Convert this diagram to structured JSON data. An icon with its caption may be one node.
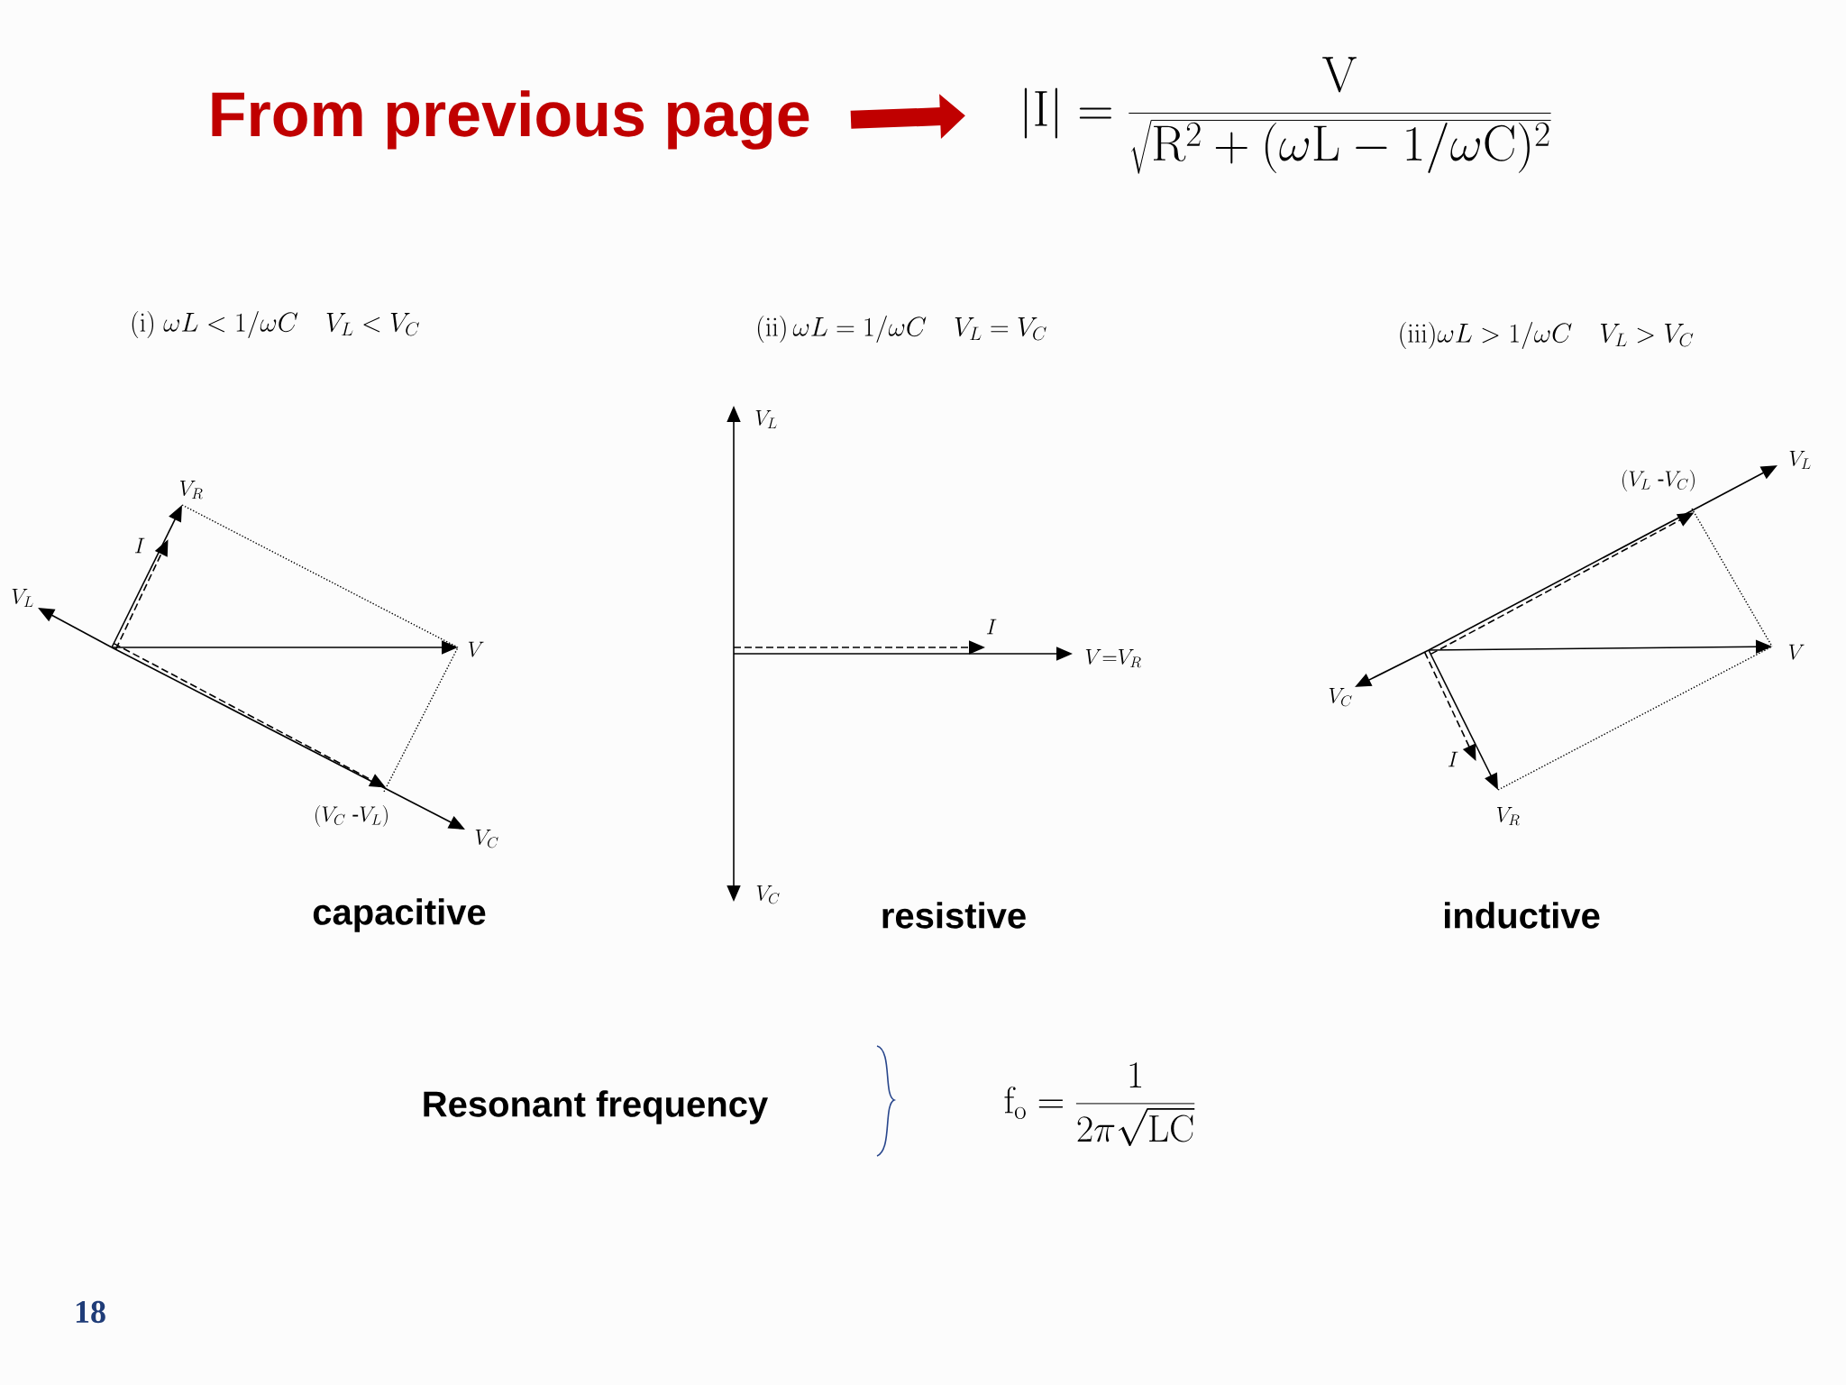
{
  "diagram": {
    "nodes": [
      {
        "text": [
          "From previous page"
        ]
      },
      {
        "text": [
          "|\\mathrm{I}|=\\frac{\\mathrm{V}}{\\sqrt{\\mathrm{R}^2+(\\omega\\mathrm{L}-1/\\omega\\mathrm{C})^2}}"
        ]
      }
    ],
    "edges": [
      {
        "from": 0,
        "to": 1,
        "arrow": "to",
        "color": "#c00000"
      }
    ],
    "labels": [
      "\\mathrm{(i)}\\ \\omega L<1/\\omega C\\quad V_L<V_C",
      "V_R",
      "I",
      "V_L",
      "V",
      "(V_C\\ \\text{-}V_L)",
      "V_C",
      "\\mathrm{(ii)}\\,\\omega L=1/\\omega C\\quad V_L=V_C",
      "V_L",
      "I",
      "V{=}V_R",
      "V_C",
      "\\mathrm{(iii)}\\omega L>1/\\omega C\\quad V_L>V_C",
      "V_L",
      "(V_L\\ \\text{-}V_C)",
      "V",
      "V_C",
      "I",
      "V_R",
      "capacitive",
      "resistive",
      "inductive",
      "Resonant frequency",
      "\\mathrm{f}_{\\mathrm{o}}=\\frac{1}{2\\pi\\sqrt{\\mathrm{LC}}}",
      "18"
    ]
  }
}
